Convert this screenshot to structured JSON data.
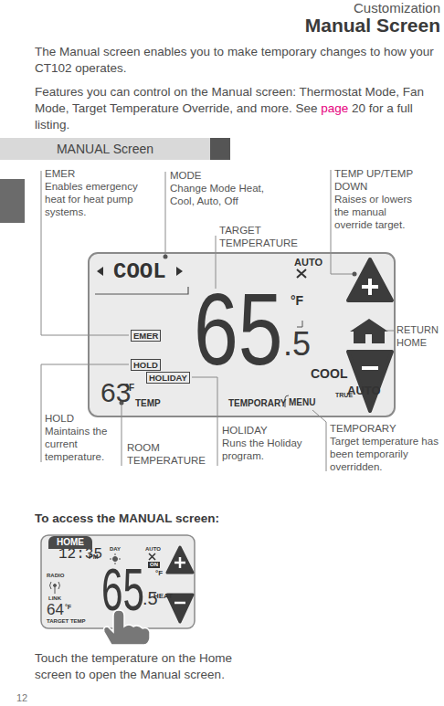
{
  "diagram": {
    "title": "Manual Screen",
    "nodes": [
      {
        "text": [
          "MANUAL Screen"
        ]
      },
      {
        "text": [
          "EMER"
        ]
      },
      {
        "text": [
          "HOLD"
        ]
      },
      {
        "text": [
          "HOLIDAY"
        ]
      },
      {
        "text": [
          "HOME"
        ]
      },
      {
        "text": [
          "ON"
        ]
      }
    ],
    "labels": [
      "Customization",
      "The Manual screen enables you to make temporary changes to how your CT102 operates.",
      "Features you can control on the Manual screen: Thermostat Mode, Fan Mode, Target Temperature Override, and more. See",
      "page",
      "20 for a full listing.",
      "EMER",
      "Enables emergency heat for heat pump systems.",
      "MODE",
      "Change Mode Heat, Cool, Auto, Off",
      "TEMP UP/TEMP DOWN",
      "Raises or lowers the manual override target.",
      "TARGET TEMPERATURE",
      "RETURN HOME",
      "HOLD",
      "Maintains the current temperature.",
      "ROOM TEMPERATURE",
      "HOLIDAY",
      "Runs the Holiday program.",
      "TEMPORARY",
      "Target temperature has been temporarily overridden.",
      "COOL",
      "AUTO",
      "65",
      "°F",
      ".5",
      "63",
      "°F",
      "TEMP",
      "TEMPORARY",
      "MENU",
      "COOL",
      "TRUE",
      "AUTO",
      "To access the MANUAL screen:",
      "12:35",
      "PM",
      "DAY",
      "AUTO",
      "°F",
      "65",
      ".5",
      "HEAT",
      "RADIO",
      "LINK",
      "64",
      "°F",
      "TARGET TEMP",
      "Touch the temperature on the Home screen to open the Manual screen.",
      "12"
    ]
  }
}
